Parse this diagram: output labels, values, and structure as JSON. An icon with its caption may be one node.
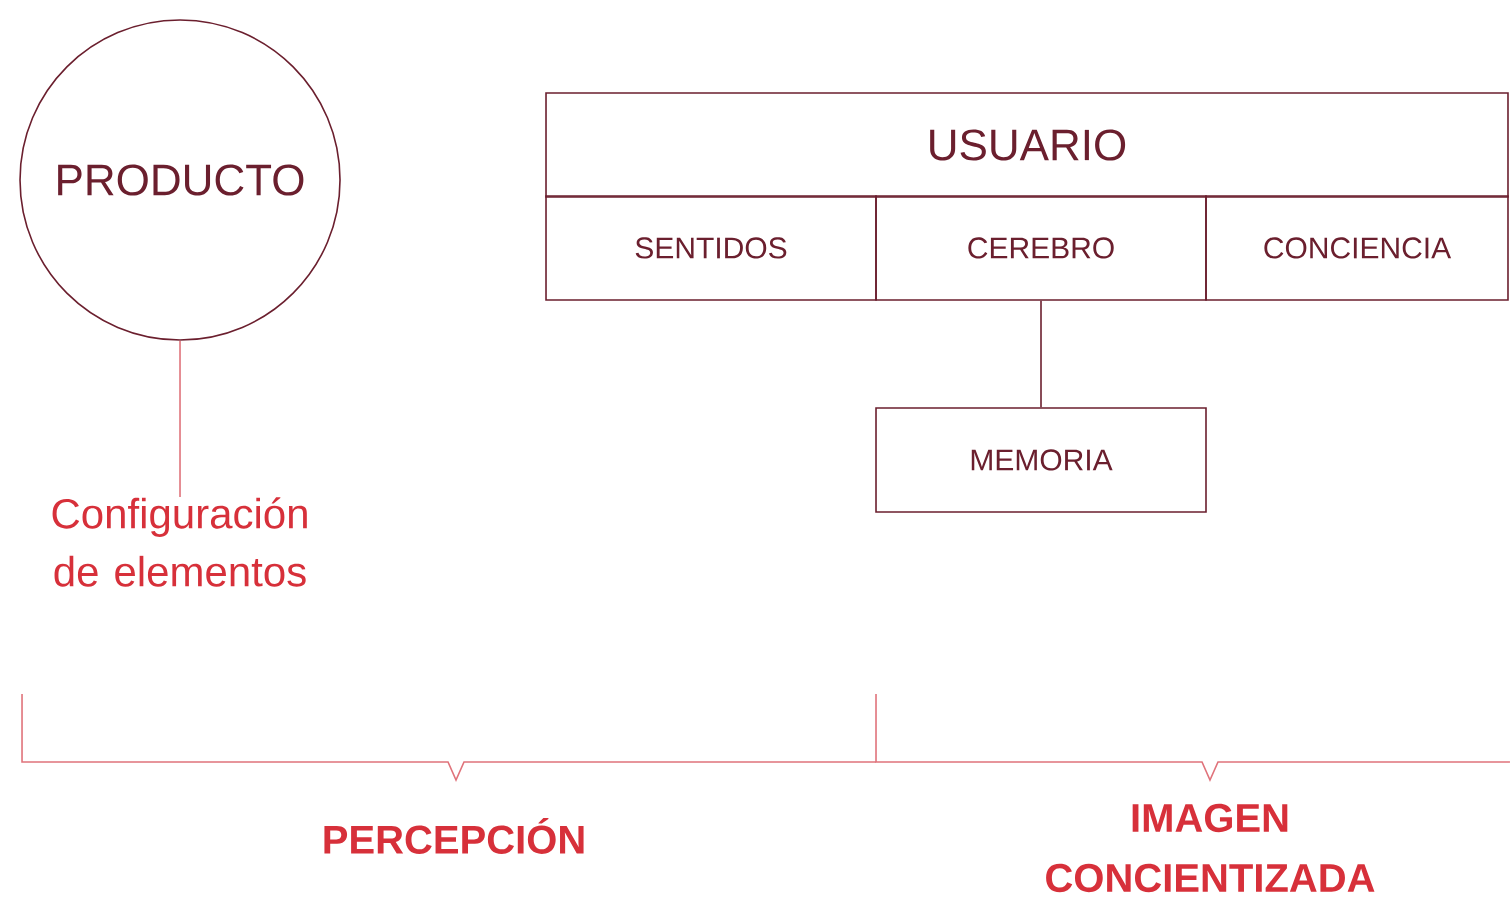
{
  "diagram": {
    "nodes": [
      {
        "text": [
          "PRODUCTO"
        ]
      },
      {
        "text": [
          "Configuración de elementos"
        ]
      },
      {
        "text": [
          "USUARIO"
        ]
      },
      {
        "text": [
          "SENTIDOS"
        ]
      },
      {
        "text": [
          "CEREBRO"
        ]
      },
      {
        "text": [
          "CONCIENCIA"
        ]
      },
      {
        "text": [
          "MEMORIA"
        ]
      }
    ],
    "edges": [
      {
        "from": 0,
        "to": 1,
        "arrow": "none",
        "color": "#e0737b"
      },
      {
        "from": 4,
        "to": 6,
        "arrow": "none",
        "color": "#6b1f2e"
      }
    ],
    "labels": [
      "PERCEPCIÓN",
      "IMAGEN CONCIENTIZADA"
    ]
  }
}
